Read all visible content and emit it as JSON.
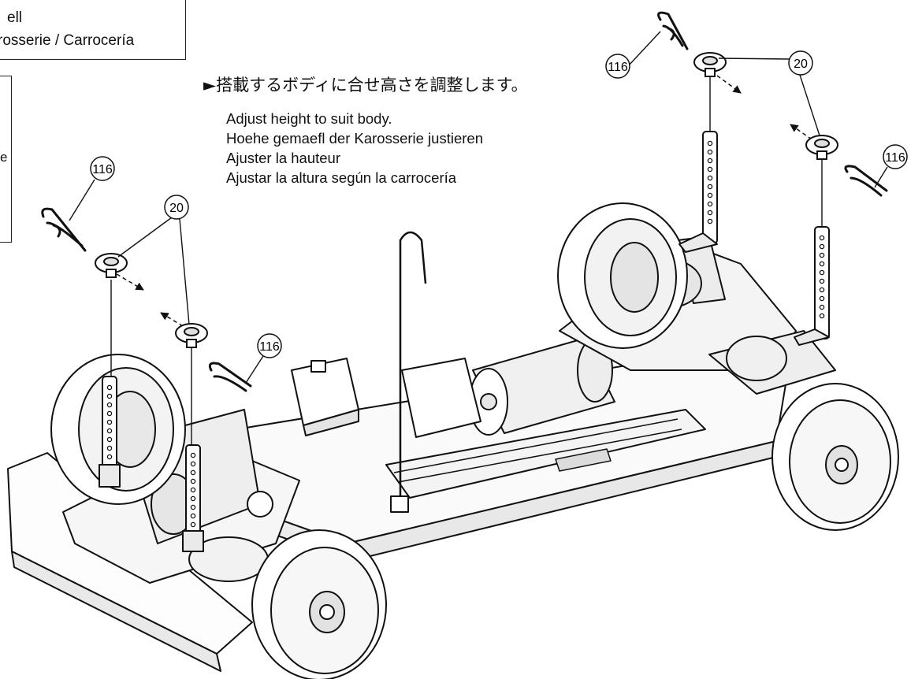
{
  "header": {
    "line1": "ell",
    "line2": "rosserie / Carrocería"
  },
  "side_box": {
    "visible_letter": "e"
  },
  "note": {
    "japanese": "►搭載するボディに合せ高さを調整します。",
    "lines": [
      "Adjust height to suit body.",
      "Hoehe gemaefl der Karosserie justieren",
      "Ajuster la hauteur",
      "Ajustar la altura según la carrocería"
    ]
  },
  "parts": {
    "body_clip": {
      "label": "116",
      "icon": "body-clip-icon"
    },
    "body_washer": {
      "label": "20",
      "icon": "body-washer-icon"
    }
  },
  "colors": {
    "ink": "#111111",
    "paper": "#ffffff",
    "shade": "#cfcfcf"
  }
}
